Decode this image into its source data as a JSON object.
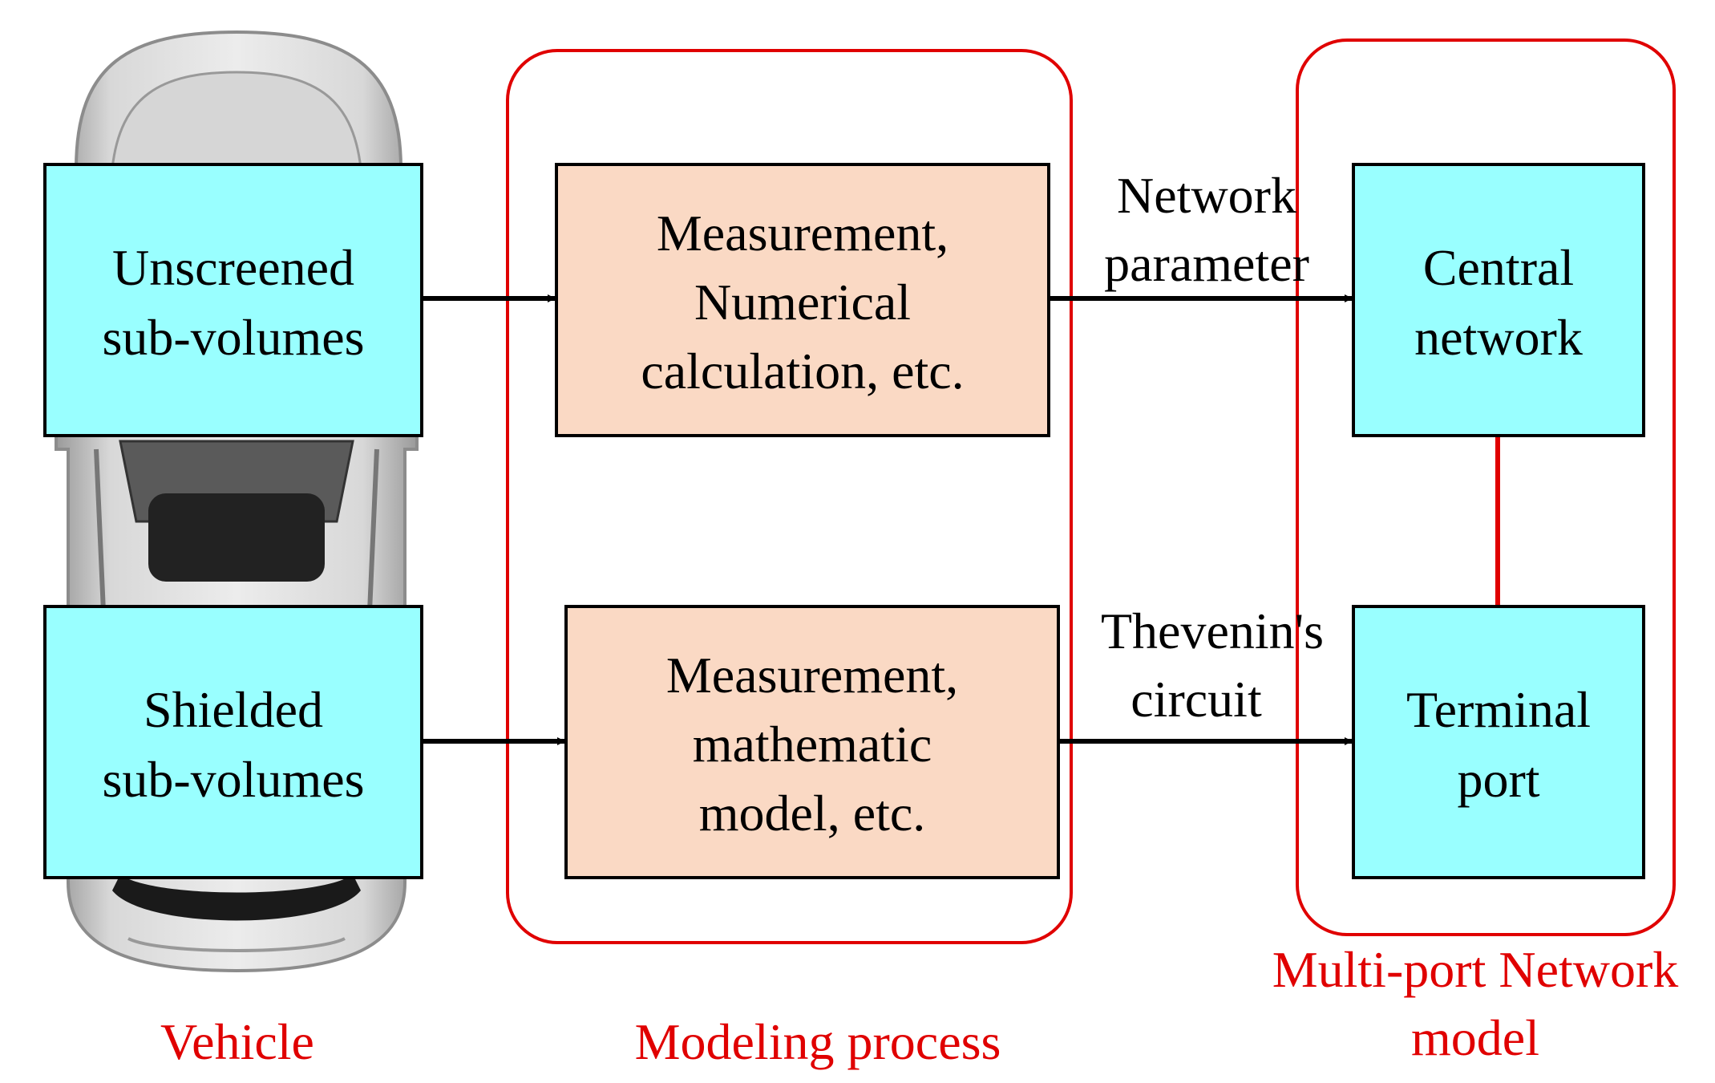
{
  "colors": {
    "cyan_box": "#99ffff",
    "peach_box": "#fad9c4",
    "group_border": "#e00000",
    "arrow": "#000000",
    "car_body": "#c8c8c8"
  },
  "nodes": {
    "unscreened": {
      "line1": "Unscreened",
      "line2": "sub-volumes"
    },
    "shielded": {
      "line1": "Shielded",
      "line2": "sub-volumes"
    },
    "measure_numerical": {
      "line1": "Measurement,",
      "line2": "Numerical",
      "line3": "calculation, etc."
    },
    "measure_math": {
      "line1": "Measurement,",
      "line2": "mathematic",
      "line3": "model, etc."
    },
    "central_network": {
      "line1": "Central",
      "line2": "network"
    },
    "terminal_port": {
      "line1": "Terminal",
      "line2": "port"
    }
  },
  "edges": {
    "network_parameter": {
      "line1": "Network",
      "line2": "parameter"
    },
    "thevenin_circuit": {
      "line1": "Thevenin's",
      "line2": "circuit"
    }
  },
  "groups": {
    "vehicle": {
      "label": "Vehicle"
    },
    "modeling_process": {
      "label": "Modeling process"
    },
    "multiport": {
      "line1": "Multi-port Network",
      "line2": "model"
    }
  }
}
